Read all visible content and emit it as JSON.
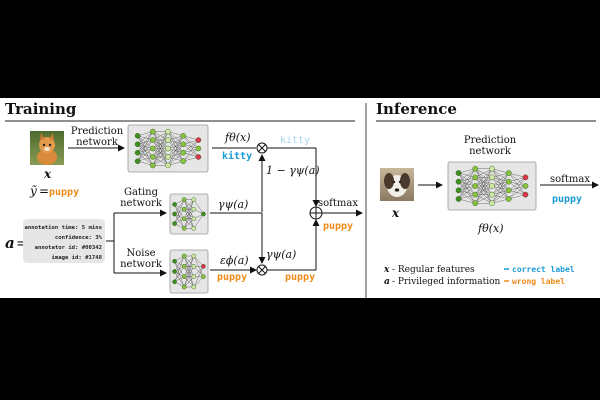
{
  "sections": {
    "training": "Training",
    "inference": "Inference"
  },
  "training": {
    "input_symbol": "x",
    "noisy_label_symbol": "ỹ",
    "noisy_label_eq": "=",
    "noisy_label_value": "puppy",
    "prediction_network": [
      "Prediction",
      "network"
    ],
    "gating_network": [
      "Gating",
      "network"
    ],
    "noise_network": [
      "Noise",
      "network"
    ],
    "privileged_symbol": "a",
    "privileged_eq": "=",
    "annotation_lines": [
      "annotation time: 5 mins",
      "confidence: 3%",
      "annotator id: #00342",
      "image id: #1748"
    ],
    "f_output": "fθ(x)",
    "f_label": "kitty",
    "f_label_faded": "kitty",
    "gamma_output": "γψ(a)",
    "one_minus_gamma": "1 − γψ(a)",
    "epsilon_output": "εϕ(a)",
    "epsilon_label": "puppy",
    "gamma_output_2": "γψ(a)",
    "gated_noise_label": "puppy",
    "softmax": "softmax",
    "softmax_label": "puppy"
  },
  "inference": {
    "prediction_network": [
      "Prediction",
      "network"
    ],
    "input_symbol": "x",
    "f_output": "fθ(x)",
    "softmax": "softmax",
    "softmax_label": "puppy"
  },
  "legend": {
    "regular": {
      "symbol": "x",
      "text": "- Regular features"
    },
    "privileged": {
      "symbol": "a",
      "text": "- Privileged information"
    },
    "correct": "correct label",
    "wrong": "wrong label"
  },
  "colors": {
    "correct_label": "#1a9bd7",
    "wrong_label": "#ef8a17",
    "faded_label": "#a8d4ee",
    "node_green_dark": "#3e8f22",
    "node_green": "#86c440",
    "node_green_light": "#cfe8a4",
    "node_red": "#e0344b",
    "box_fill": "#e6e6e6"
  }
}
